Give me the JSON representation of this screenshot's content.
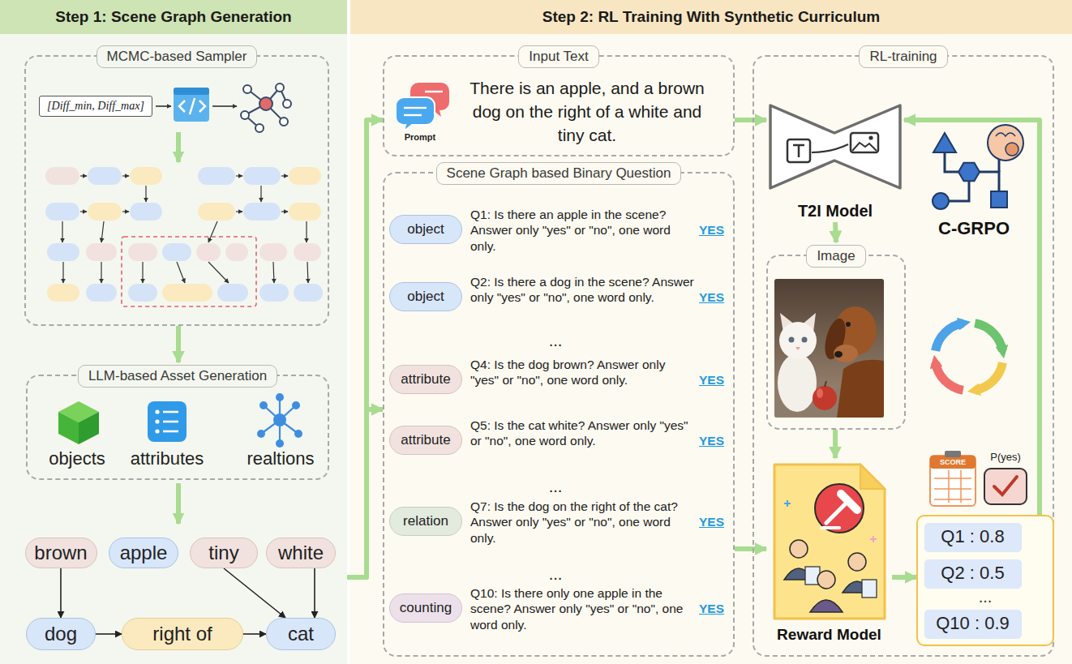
{
  "diagram": {
    "nodes": [
      {
        "text": [
          "Step 1: Scene Graph Generation"
        ]
      },
      {
        "text": [
          "MCMC-based Sampler"
        ],
        "in": 0
      },
      {
        "text": [
          "[Diff_min, Diff_max]"
        ],
        "in": 1
      },
      {
        "text": [
          "LLM-based Asset Generation"
        ],
        "in": 0
      },
      {
        "text": [
          "brown"
        ],
        "in": 0
      },
      {
        "text": [
          "apple"
        ],
        "in": 0
      },
      {
        "text": [
          "tiny"
        ],
        "in": 0
      },
      {
        "text": [
          "white"
        ],
        "in": 0
      },
      {
        "text": [
          "dog"
        ],
        "in": 0
      },
      {
        "text": [
          "right of"
        ],
        "in": 0
      },
      {
        "text": [
          "cat"
        ],
        "in": 0
      },
      {
        "text": [
          "Step 2: RL Training With Synthetic Curriculum"
        ]
      },
      {
        "text": [
          "Input Text",
          "There is an apple, and a brown dog on the right of a white and tiny cat."
        ],
        "in": 11
      },
      {
        "text": [
          "Scene Graph based Binary Question"
        ],
        "in": 11
      },
      {
        "text": [
          "object"
        ],
        "in": 13
      },
      {
        "text": [
          "object"
        ],
        "in": 13
      },
      {
        "text": [
          "attribute"
        ],
        "in": 13
      },
      {
        "text": [
          "attribute"
        ],
        "in": 13
      },
      {
        "text": [
          "relation"
        ],
        "in": 13
      },
      {
        "text": [
          "counting"
        ],
        "in": 13
      },
      {
        "text": [
          "RL-training"
        ],
        "in": 11
      },
      {
        "text": [
          "T2I Model"
        ],
        "in": 20
      },
      {
        "text": [
          "Image"
        ],
        "in": 20
      },
      {
        "text": [
          "Reward Model"
        ],
        "in": 20
      },
      {
        "text": [
          "..."
        ],
        "in": 20
      },
      {
        "text": [
          "Q1 : 0.8"
        ],
        "in": 24
      },
      {
        "text": [
          "Q2 : 0.5"
        ],
        "in": 24
      },
      {
        "text": [
          "Q10 : 0.9"
        ],
        "in": 24
      }
    ],
    "edges": [
      {
        "from": 1,
        "to": 3,
        "arrow": "to"
      },
      {
        "from": 4,
        "to": 8,
        "arrow": "to"
      },
      {
        "from": 6,
        "to": 10,
        "arrow": "to"
      },
      {
        "from": 7,
        "to": 10,
        "arrow": "to"
      },
      {
        "from": 8,
        "to": 9,
        "arrow": "to"
      },
      {
        "from": 9,
        "to": 10,
        "arrow": "to"
      },
      {
        "from": 0,
        "to": 12,
        "arrow": "to"
      },
      {
        "from": 0,
        "to": 13,
        "arrow": "to"
      },
      {
        "from": 12,
        "to": 21,
        "arrow": "to"
      },
      {
        "from": 21,
        "to": 22,
        "arrow": "to"
      },
      {
        "from": 22,
        "to": 23,
        "arrow": "to"
      },
      {
        "from": 13,
        "to": 23,
        "arrow": "to"
      },
      {
        "from": 23,
        "to": 24,
        "arrow": "to"
      },
      {
        "from": 24,
        "to": 21,
        "arrow": "to"
      }
    ],
    "labels": [
      "objects",
      "attributes",
      "realtions",
      "Prompt",
      "Q1: Is there an apple in the scene? Answer only \"yes\" or \"no\", one word only.",
      "YES",
      "Q2: Is there a dog in the scene? Answer only \"yes\" or \"no\", one word only.",
      "YES",
      "...",
      "Q4: Is the dog brown? Answer only \"yes\" or \"no\", one word only.",
      "YES",
      "Q5: Is the cat white? Answer only \"yes\" or \"no\", one word only.",
      "YES",
      "...",
      "Q7: Is the dog on the right of the cat? Answer only \"yes\" or \"no\", one word only.",
      "YES",
      "...",
      "Q10: Is there only one apple in the scene? Answer only \"yes\" or \"no\", one word only.",
      "YES",
      "C-GRPO",
      "SCORE",
      "P(yes)"
    ]
  }
}
